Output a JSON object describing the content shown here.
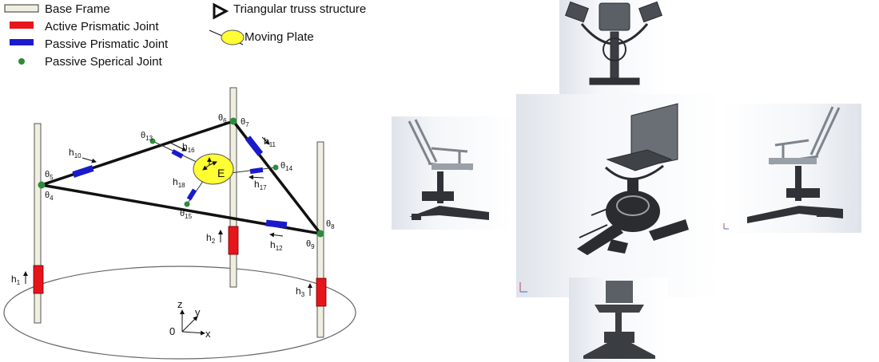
{
  "legend": {
    "base_frame": "Base Frame",
    "active_prismatic": "Active Prismatic Joint",
    "passive_prismatic": "Passive Prismatic Joint",
    "passive_spherical": "Passive Sperical Joint",
    "truss": "Triangular truss structure",
    "moving_plate": "Moving Plate"
  },
  "colors": {
    "active_joint": "#e8141b",
    "passive_joint": "#1a1acc",
    "spherical_joint": "#2e8b3a",
    "moving_plate": "#ffff33",
    "pillar": "#efeee0"
  },
  "diagram": {
    "theta": {
      "t5": "θ",
      "t5s": "5",
      "t4": "θ",
      "t4s": "4",
      "t13": "θ",
      "t13s": "13",
      "t6": "θ",
      "t6s": "6",
      "t7": "θ",
      "t7s": "7",
      "t14": "θ",
      "t14s": "14",
      "t15": "θ",
      "t15s": "15",
      "t8": "θ",
      "t8s": "8",
      "t9": "θ",
      "t9s": "9"
    },
    "h": {
      "h1": "h",
      "h1s": "1",
      "h2": "h",
      "h2s": "2",
      "h3": "h",
      "h3s": "3",
      "h10": "h",
      "h10s": "10",
      "h11": "h",
      "h11s": "11",
      "h12": "h",
      "h12s": "12",
      "h16": "h",
      "h16s": "16",
      "h17": "h",
      "h17s": "17",
      "h18": "h",
      "h18s": "18"
    },
    "plate_label": "E",
    "axes": {
      "z": "z",
      "y": "y",
      "x": "x",
      "origin": "0"
    }
  },
  "views": [
    "top-view",
    "side-view-left",
    "isometric-view",
    "side-view-right",
    "front-view"
  ]
}
